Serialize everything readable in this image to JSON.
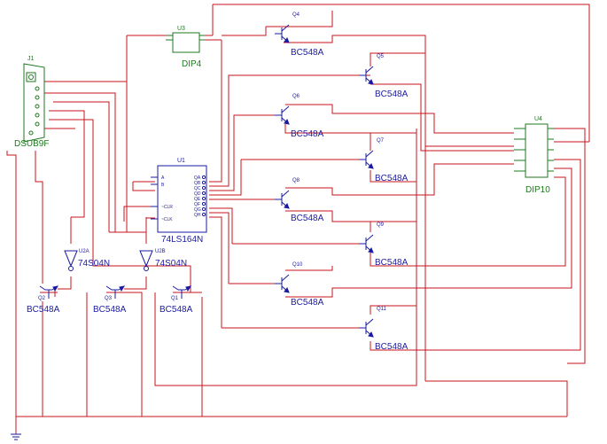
{
  "colors": {
    "wire": "#c8141e",
    "component": "#1a1aa0",
    "connector": "#1d7a1d",
    "background": "#ffffff"
  },
  "connector_j1": {
    "ref": "J1",
    "value": "DSUB9F"
  },
  "connector_u3": {
    "ref": "U3",
    "value": "DIP4"
  },
  "connector_u4": {
    "ref": "U4",
    "value": "DIP10"
  },
  "shift_register": {
    "ref": "U1",
    "value": "74LS164N",
    "pins_left": [
      "A",
      "B",
      "CLR",
      "CLK"
    ],
    "pins_right": [
      "QA",
      "QB",
      "QC",
      "QD",
      "QE",
      "QF",
      "QG",
      "QH"
    ]
  },
  "inverters": [
    {
      "ref": "U2A",
      "value": "74S04N"
    },
    {
      "ref": "U2B",
      "value": "74S04N"
    }
  ],
  "transistors": [
    {
      "ref": "Q4",
      "value": "BC548A"
    },
    {
      "ref": "Q5",
      "value": "BC548A"
    },
    {
      "ref": "Q6",
      "value": "BC548A"
    },
    {
      "ref": "Q7",
      "value": "BC548A"
    },
    {
      "ref": "Q8",
      "value": "BC548A"
    },
    {
      "ref": "Q9",
      "value": "BC548A"
    },
    {
      "ref": "Q10",
      "value": "BC548A"
    },
    {
      "ref": "Q11",
      "value": "BC548A"
    },
    {
      "ref": "Q2",
      "value": "BC548A"
    },
    {
      "ref": "Q3",
      "value": "BC548A"
    },
    {
      "ref": "Q1",
      "value": "BC548A"
    }
  ]
}
